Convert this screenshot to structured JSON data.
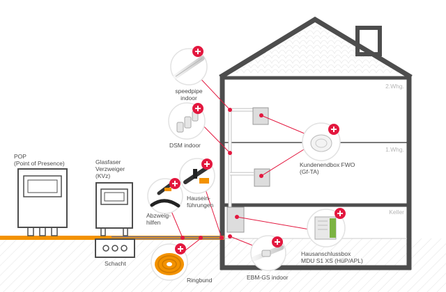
{
  "labels": {
    "pop": [
      "POP",
      "(Point of Presence)"
    ],
    "kvz": [
      "Glasfaser",
      "Verzweiger",
      "(KVz)"
    ],
    "schacht": "Schacht",
    "abzweighilfen": [
      "Abzweig-",
      "hilfen"
    ],
    "hauseinfuehrungen": [
      "Hausein-",
      "führungen"
    ],
    "ringbund": "Ringbund",
    "speedpipe": [
      "speedpipe",
      "indoor"
    ],
    "dsm": "DSM indoor",
    "ebm": "EBM-GS indoor",
    "fwo": [
      "Kundenendbox FWO",
      "(Gf-TA)"
    ],
    "hausanschluss": [
      "Hausanschlussbox",
      "MDU S1 XS  (HüP/APL)"
    ]
  },
  "floors": {
    "top": "2.Whg.",
    "middle": "1.Whg.",
    "basement": "Keller"
  },
  "colors": {
    "accent": "#e3183f",
    "fiber": "#f39200",
    "house": "#4d4d4d",
    "device": "#dddddd",
    "device_stroke": "#999999"
  },
  "icons": [
    "plus-icon"
  ]
}
